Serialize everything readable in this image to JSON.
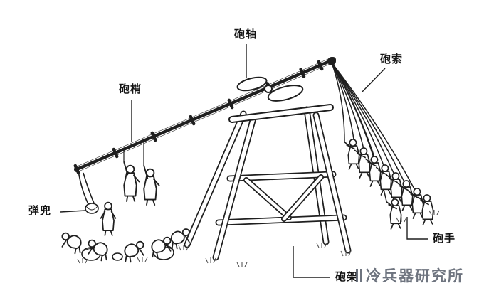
{
  "diagram": {
    "labels": {
      "axle": "砲轴",
      "rope": "砲索",
      "arm": "砲梢",
      "pouch": "弹兜",
      "crew": "砲手",
      "frame": "砲架"
    },
    "watermark": "冷兵器研究所",
    "colors": {
      "ink": "#1f1f1f",
      "watermark": "#5f6672",
      "background": "#ffffff"
    }
  }
}
